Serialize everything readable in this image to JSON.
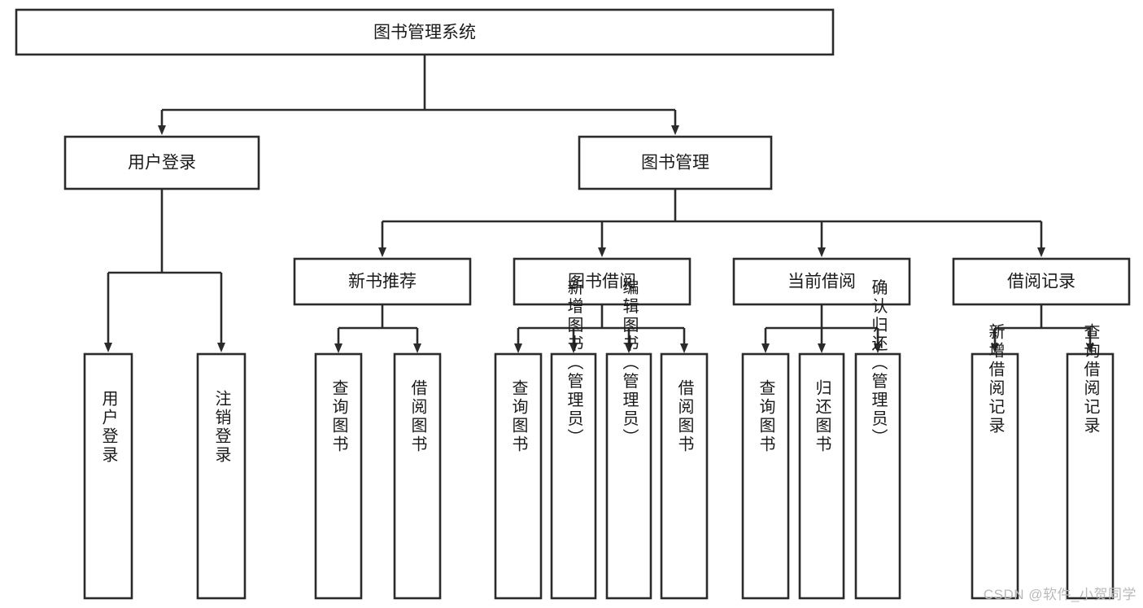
{
  "diagram": {
    "title": "图书管理系统",
    "type": "tree",
    "orientation": "top-down",
    "colors": {
      "stroke": "#2b2b2b",
      "fill": "#ffffff",
      "text": "#1a1a1a",
      "background": "#ffffff",
      "watermark": "#b9b9b9"
    },
    "levels": {
      "root": [
        "图书管理系统"
      ],
      "level2": [
        "用户登录",
        "图书管理"
      ],
      "level3": [
        "新书推荐",
        "图书借阅",
        "当前借阅",
        "借阅记录"
      ],
      "leaves": [
        "用户登录",
        "注销登录",
        "查询图书",
        "借阅图书",
        "查询图书",
        "新增图书（管理员）",
        "编辑图书（管理员）",
        "借阅图书",
        "查询图书",
        "归还图书",
        "确认归还（管理员）",
        "新增借阅记录",
        "查询借阅记录"
      ]
    },
    "nodes": {
      "root": {
        "label": "图书管理系统"
      },
      "user_login": {
        "label": "用户登录"
      },
      "book_manage": {
        "label": "图书管理"
      },
      "new_book_rec": {
        "label": "新书推荐"
      },
      "book_borrow": {
        "label": "图书借阅"
      },
      "current_borrow": {
        "label": "当前借阅"
      },
      "borrow_record": {
        "label": "借阅记录"
      },
      "leaf_user_login": {
        "label": "用户登录"
      },
      "leaf_logout": {
        "label": "注销登录"
      },
      "leaf_query_book_a": {
        "label": "查询图书"
      },
      "leaf_borrow_book_a": {
        "label": "借阅图书"
      },
      "leaf_query_book_b": {
        "label": "查询图书"
      },
      "leaf_add_book": {
        "label": "新增图书（管理员）"
      },
      "leaf_edit_book": {
        "label": "编辑图书（管理员）"
      },
      "leaf_borrow_book_b": {
        "label": "借阅图书"
      },
      "leaf_query_book_c": {
        "label": "查询图书"
      },
      "leaf_return_book": {
        "label": "归还图书"
      },
      "leaf_confirm_return": {
        "label": "确认归还（管理员）"
      },
      "leaf_add_record": {
        "label": "新增借阅记录"
      },
      "leaf_query_record": {
        "label": "查询借阅记录"
      }
    },
    "edges": [
      {
        "from": "图书管理系统",
        "to": "用户登录"
      },
      {
        "from": "图书管理系统",
        "to": "图书管理"
      },
      {
        "from": "用户登录",
        "to": "用户登录"
      },
      {
        "from": "用户登录",
        "to": "注销登录"
      },
      {
        "from": "图书管理",
        "to": "新书推荐"
      },
      {
        "from": "图书管理",
        "to": "图书借阅"
      },
      {
        "from": "图书管理",
        "to": "当前借阅"
      },
      {
        "from": "图书管理",
        "to": "借阅记录"
      },
      {
        "from": "新书推荐",
        "to": "查询图书"
      },
      {
        "from": "新书推荐",
        "to": "借阅图书"
      },
      {
        "from": "图书借阅",
        "to": "查询图书"
      },
      {
        "from": "图书借阅",
        "to": "新增图书（管理员）"
      },
      {
        "from": "图书借阅",
        "to": "编辑图书（管理员）"
      },
      {
        "from": "图书借阅",
        "to": "借阅图书"
      },
      {
        "from": "当前借阅",
        "to": "查询图书"
      },
      {
        "from": "当前借阅",
        "to": "归还图书"
      },
      {
        "from": "当前借阅",
        "to": "确认归还（管理员）"
      },
      {
        "from": "借阅记录",
        "to": "新增借阅记录"
      },
      {
        "from": "借阅记录",
        "to": "查询借阅记录"
      }
    ]
  },
  "watermark": {
    "text": "CSDN @软件_小贺同学"
  }
}
